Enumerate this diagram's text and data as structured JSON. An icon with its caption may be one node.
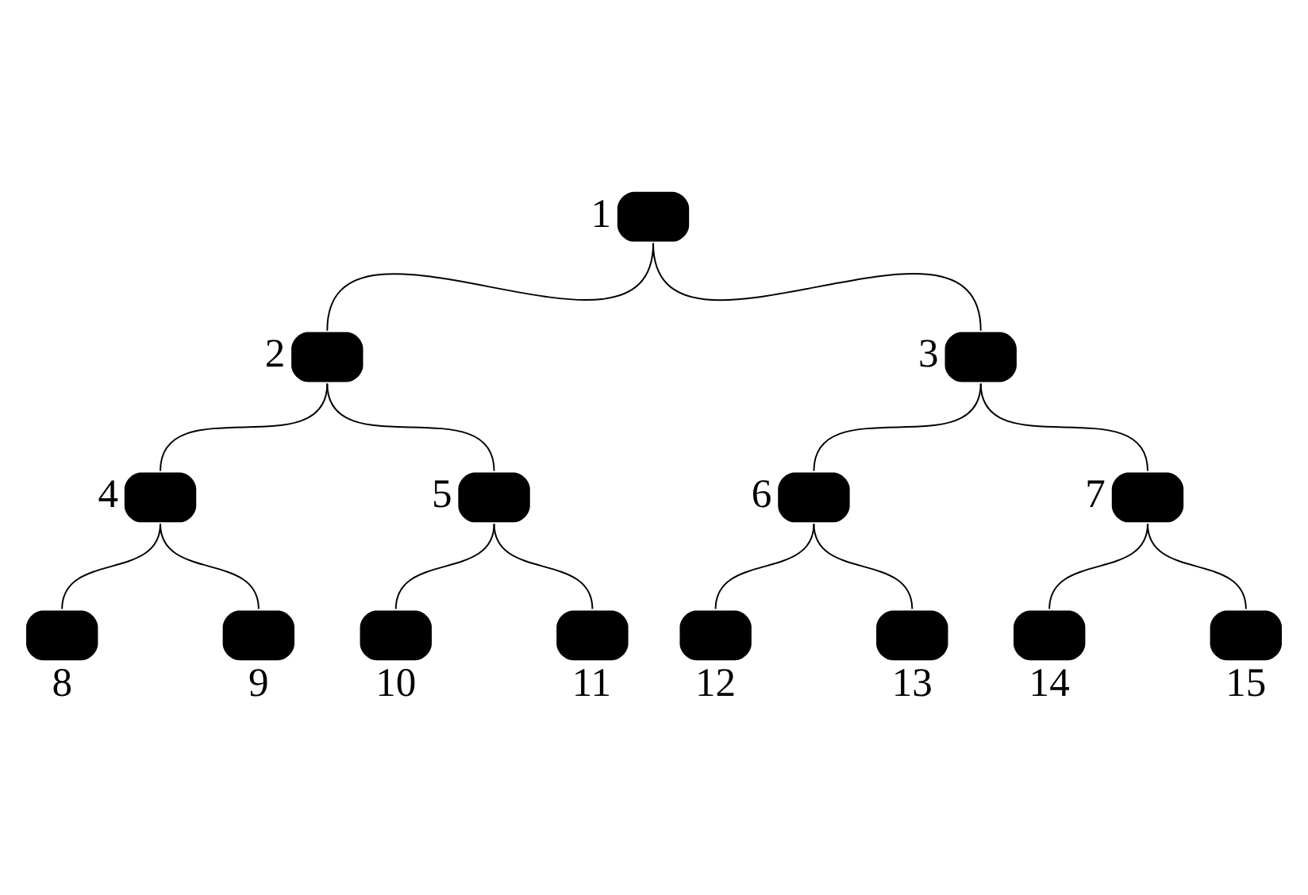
{
  "diagram": {
    "nodes": [
      {
        "text": [],
        "shape": "ellipse",
        "beside": [
          "1"
        ]
      },
      {
        "text": [],
        "shape": "ellipse",
        "beside": [
          "2"
        ]
      },
      {
        "text": [],
        "shape": "ellipse",
        "beside": [
          "3"
        ]
      },
      {
        "text": [],
        "shape": "ellipse",
        "beside": [
          "4"
        ]
      },
      {
        "text": [],
        "shape": "ellipse",
        "beside": [
          "5"
        ]
      },
      {
        "text": [],
        "shape": "ellipse",
        "beside": [
          "6"
        ]
      },
      {
        "text": [],
        "shape": "ellipse",
        "beside": [
          "7"
        ]
      },
      {
        "text": [],
        "shape": "ellipse",
        "beside": [
          "8"
        ]
      },
      {
        "text": [],
        "shape": "ellipse",
        "beside": [
          "9"
        ]
      },
      {
        "text": [],
        "shape": "ellipse",
        "beside": [
          "10"
        ]
      },
      {
        "text": [],
        "shape": "ellipse",
        "beside": [
          "11"
        ]
      },
      {
        "text": [],
        "shape": "ellipse",
        "beside": [
          "12"
        ]
      },
      {
        "text": [],
        "shape": "ellipse",
        "beside": [
          "13"
        ]
      },
      {
        "text": [],
        "shape": "ellipse",
        "beside": [
          "14"
        ]
      },
      {
        "text": [],
        "shape": "ellipse",
        "beside": [
          "15"
        ]
      }
    ],
    "edges": [
      {
        "from": 0,
        "to": 1,
        "arrow": "none"
      },
      {
        "from": 0,
        "to": 2,
        "arrow": "none"
      },
      {
        "from": 1,
        "to": 3,
        "arrow": "none"
      },
      {
        "from": 1,
        "to": 4,
        "arrow": "none"
      },
      {
        "from": 2,
        "to": 5,
        "arrow": "none"
      },
      {
        "from": 2,
        "to": 6,
        "arrow": "none"
      },
      {
        "from": 3,
        "to": 7,
        "arrow": "none"
      },
      {
        "from": 3,
        "to": 8,
        "arrow": "none"
      },
      {
        "from": 4,
        "to": 9,
        "arrow": "none"
      },
      {
        "from": 4,
        "to": 10,
        "arrow": "none"
      },
      {
        "from": 5,
        "to": 11,
        "arrow": "none"
      },
      {
        "from": 5,
        "to": 12,
        "arrow": "none"
      },
      {
        "from": 6,
        "to": 13,
        "arrow": "none"
      },
      {
        "from": 6,
        "to": 14,
        "arrow": "none"
      }
    ]
  }
}
